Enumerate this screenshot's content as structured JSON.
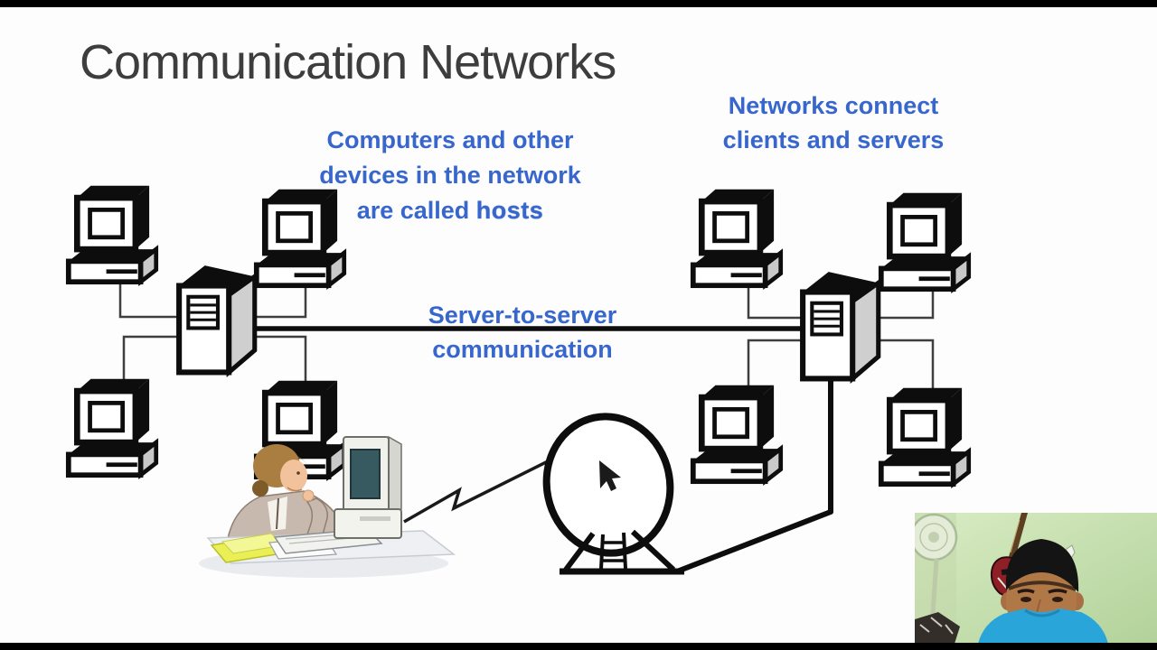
{
  "window": {
    "type": "video-frame",
    "letterbox_color": "#000000"
  },
  "slide": {
    "background": "#fdfdfd",
    "title": "Communication Networks",
    "title_color": "#3d3d3d",
    "annotation_color": "#3766cc",
    "annotations": {
      "hosts_note": {
        "line1": "Computers and other",
        "line2": "devices in the network",
        "line3_prefix": "are called ",
        "line3_emphasis": "hosts"
      },
      "clients_note": {
        "line1": "Networks connect",
        "line2": "clients and servers"
      },
      "link_label": {
        "line1": "Server-to-server",
        "line2": "communication"
      }
    },
    "diagram": {
      "left_network_clients": 4,
      "right_network_clients": 4,
      "servers": 2,
      "elements": [
        "client-pc",
        "server-tower",
        "satellite-dish",
        "operator-at-desk",
        "wireless-link",
        "mouse-cursor"
      ]
    }
  },
  "webcam": {
    "position": "bottom-right",
    "scene": [
      "presenter",
      "black-beanie",
      "blue-shirt",
      "green-wall",
      "guitar",
      "electric-fan"
    ]
  }
}
